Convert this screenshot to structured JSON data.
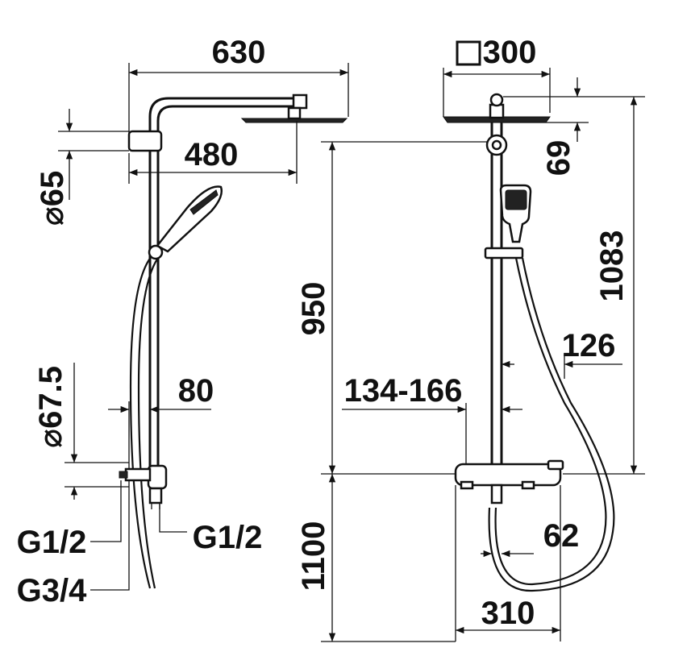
{
  "dimensions": {
    "width_top": "630",
    "arm_reach": "480",
    "holder_height": "⌀65",
    "bracket_dia": "⌀67.5",
    "wall_offset": "80",
    "inlet_left": "G1/2",
    "inlet_bottom": "G3/4",
    "outlet_right": "G1/2",
    "head_size": "300",
    "head_thickness": "69",
    "total_height": "1083",
    "riser_height": "950",
    "mount_height": "1100",
    "center_spacing": "134-166",
    "hand_offset": "126",
    "bottom_outlet": "62",
    "mixer_width": "310"
  }
}
